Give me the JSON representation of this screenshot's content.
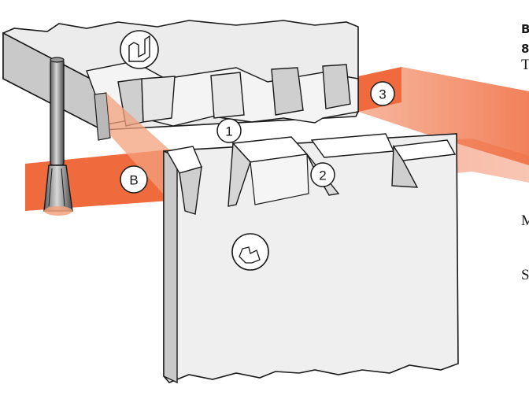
{
  "callouts": {
    "one": "1",
    "two": "2",
    "three": "3",
    "b": "B"
  },
  "right_edge_text": {
    "line1": "B",
    "line2": "8",
    "line3": "T",
    "line4": "M",
    "line5": "S"
  },
  "colors": {
    "orange": "#ef6a3c",
    "orange_light": "#f7b79c",
    "wood": "#ececec",
    "wood_shade": "#c9c9c9",
    "outline": "#1a1a1a"
  },
  "icons": [
    "router-bit-icon",
    "tail-joint-icon",
    "dovetail-joint-icon"
  ]
}
